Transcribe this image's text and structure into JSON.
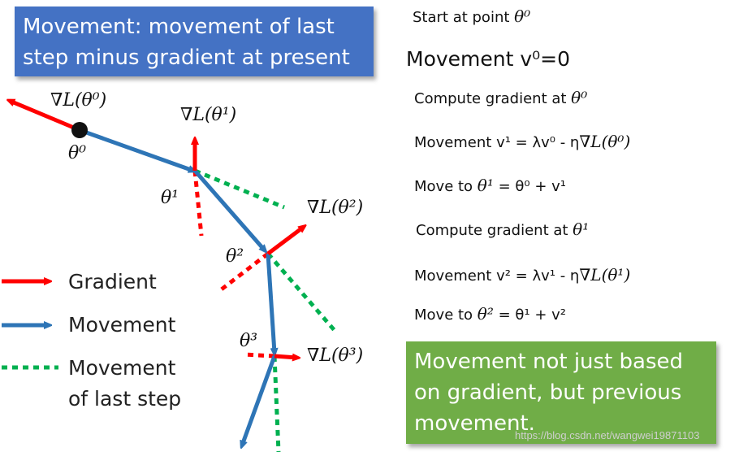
{
  "top_box": {
    "text": "Movement: movement of last step minus gradient at present",
    "color": "#4472c4"
  },
  "bottom_box": {
    "text": "Movement not just based on gradient, but previous movement.",
    "color": "#70ad47"
  },
  "steps": {
    "start_prefix": "Start at point ",
    "movement0": "Movement v⁰=0",
    "compute_prefix": "Compute gradient at ",
    "movement_prefix": "Movement ",
    "move_to_prefix": "Move to ",
    "v1_formula": "v¹ = λv⁰ - η",
    "v2_formula": "v² = λv¹ - η",
    "move1_formula": " = θ⁰ + v¹",
    "move2_formula": " = θ¹ + v²"
  },
  "math": {
    "theta0": "θ⁰",
    "theta1": "θ¹",
    "theta2": "θ²",
    "theta3": "θ³",
    "grad0": "∇L(θ⁰)",
    "grad1": "∇L(θ¹)",
    "grad2": "∇L(θ²)",
    "grad3": "∇L(θ³)"
  },
  "legend": {
    "gradient": "Gradient",
    "movement": "Movement",
    "last_step_line1": "Movement",
    "last_step_line2": "of last step"
  },
  "colors": {
    "gradient": "#ff0000",
    "movement": "#2e75b6",
    "last_step": "#00b050"
  },
  "watermark": "https://blog.csdn.net/wangwei19871103"
}
